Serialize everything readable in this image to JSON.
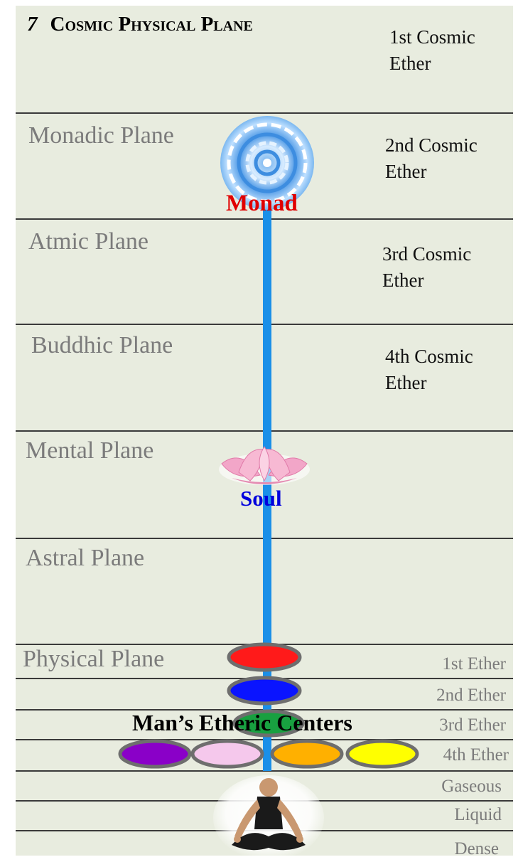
{
  "title": {
    "number": "7",
    "text": "Cosmic Physical Plane"
  },
  "cosmic_planes": [
    {
      "name": "",
      "ether": "1st Cosmic Ether"
    },
    {
      "name": "Monadic Plane",
      "ether": "2nd Cosmic Ether"
    },
    {
      "name": "Atmic Plane",
      "ether": "3rd Cosmic Ether"
    },
    {
      "name": "Buddhic Plane",
      "ether": "4th Cosmic Ether"
    },
    {
      "name": "Mental Plane",
      "ether": ""
    },
    {
      "name": "Astral Plane",
      "ether": ""
    }
  ],
  "physical_plane": {
    "name": "Physical Plane",
    "subplanes": [
      "1st Ether",
      "2nd Ether",
      "3rd Ether",
      "4th Ether",
      "Gaseous",
      "Liquid",
      "Dense"
    ]
  },
  "labels": {
    "monad": "Monad",
    "soul": "Soul",
    "centers": "Man’s Etheric Centers"
  },
  "icons": {
    "monad": "monad-mandala-icon",
    "soul": "lotus-icon",
    "figure": "meditating-man-icon"
  },
  "colors": {
    "background": "#e8ecdf",
    "border": "#3a3a3a",
    "channel": "#1a8fe8",
    "monad_label": "#e00000",
    "soul_label": "#0000dd",
    "centers": [
      "#ff1a1a",
      "#0a14ff",
      "#18a040",
      "#8a00c8",
      "#f5c8ec",
      "#ffb000",
      "#ffff00"
    ]
  }
}
